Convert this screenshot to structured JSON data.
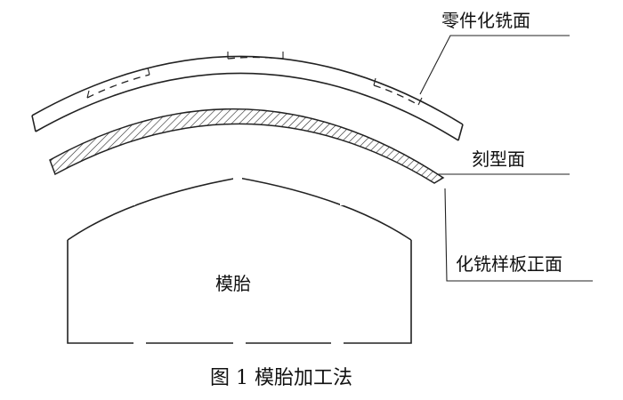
{
  "labels": {
    "part_milled_surface": "零件化铣面",
    "engraved_surface": "刻型面",
    "template_front": "化铣样板正面",
    "mold": "模胎"
  },
  "caption": "图 1  模胎加工法",
  "colors": {
    "line": "#222222",
    "text": "#111111",
    "background": "#ffffff"
  }
}
